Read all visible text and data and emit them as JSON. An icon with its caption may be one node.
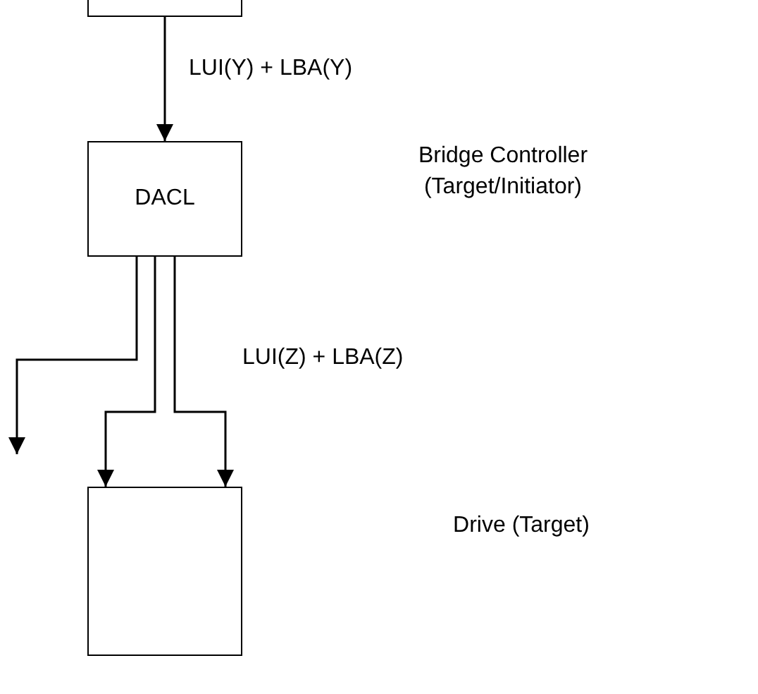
{
  "diagram": {
    "nodes": [
      {
        "text": [],
        "shape": "box"
      },
      {
        "text": [
          "DACL"
        ]
      },
      {
        "text": [],
        "shape": "box"
      }
    ],
    "edges": [
      {
        "from": 0,
        "to": 1,
        "arrow": "to",
        "label": "LUI(Y) + LBA(Y)"
      },
      {
        "from": 1,
        "to": null,
        "arrow": "to"
      },
      {
        "from": 1,
        "to": 2,
        "arrow": "to"
      },
      {
        "from": 1,
        "to": 2,
        "arrow": "to",
        "label": "LUI(Z) + LBA(Z)"
      }
    ],
    "labels": [
      "Bridge Controller (Target/Initiator)",
      "Drive (Target)"
    ]
  }
}
